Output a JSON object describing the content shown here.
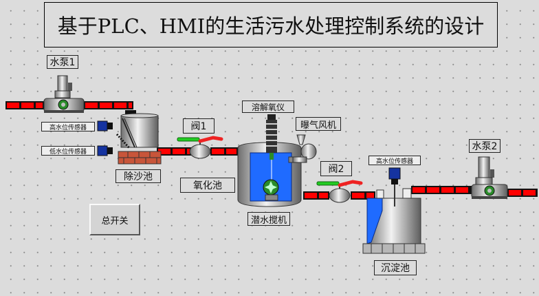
{
  "title": "基于PLC、HMI的生活污水处理控制系统的设计",
  "labels": {
    "pump1": "水泵1",
    "pump2": "水泵2",
    "valve1": "阀1",
    "valve2": "阀2",
    "grit_tank": "除沙池",
    "oxidation_tank": "氧化池",
    "sediment_tank": "沉淀池",
    "dissolved_oxygen": "溶解氧仪",
    "aeration_fan": "曝气风机",
    "submersible_mixer": "潜水搅机",
    "high_level_sensor_1": "高水位传感器",
    "low_level_sensor": "低水位传感器",
    "high_level_sensor_2": "高水位传感器"
  },
  "main_switch": "总开关",
  "colors": {
    "pipe": "#ff0000",
    "water": "#1f6bff",
    "valve_open": "#22cc22",
    "valve_close": "#ee2222"
  }
}
